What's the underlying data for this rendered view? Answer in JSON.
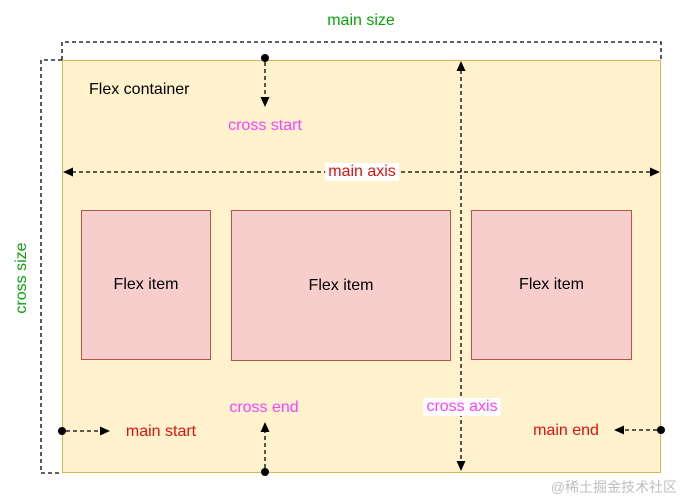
{
  "diagram": {
    "container_label": "Flex container",
    "items": [
      {
        "label": "Flex item"
      },
      {
        "label": "Flex item"
      },
      {
        "label": "Flex item"
      }
    ],
    "labels": {
      "main_size": "main size",
      "cross_size": "cross size",
      "main_axis": "main axis",
      "cross_axis": "cross axis",
      "cross_start": "cross start",
      "cross_end": "cross end",
      "main_start": "main start",
      "main_end": "main end"
    }
  },
  "watermark": "@稀土掘金技术社区",
  "colors": {
    "green": "#0BA10B",
    "magenta": "#FF40FF",
    "red": "#E01111",
    "line": "#000000",
    "container_fill": "#FFF2CC",
    "container_border": "#D6B656",
    "item_fill": "#F8CECC",
    "item_border": "#B85450",
    "label_bg": "#FFFFFF",
    "watermark": "#BFBFBF"
  }
}
